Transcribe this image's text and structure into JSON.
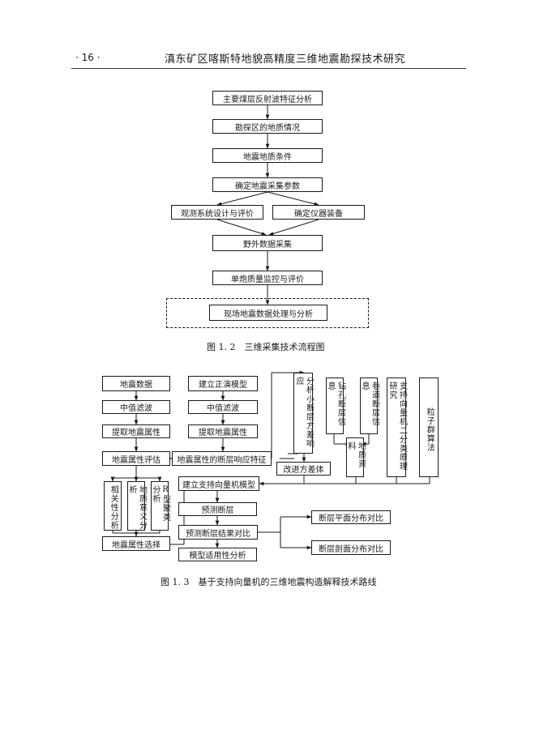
{
  "header": {
    "page_number": "· 16 ·",
    "book_title": "滇东矿区喀斯特地貌高精度三维地震勘探技术研究"
  },
  "figure1": {
    "caption": "图 1. 2　三维采集技术流程图",
    "steps": {
      "s1": "主要煤层反射波特征分析",
      "s2": "勘探区的地质情况",
      "s3": "地震地质条件",
      "s4": "确定地震采集参数",
      "s5a": "观测系统设计与评价",
      "s5b": "确定仪器装备",
      "s6": "野外数据采集",
      "s7": "单炮质量监控与评价",
      "s8": "现场地震数据处理与分析"
    }
  },
  "figure2": {
    "caption": "图 1. 3　基于支持向量机的三维地震构造解释技术路线",
    "boxes": {
      "seismic_data": "地震数据",
      "median_filter_a": "中值滤波",
      "extract_attr_a": "提取地震属性",
      "attr_eval": "地震属性评估",
      "correlation": "相关性分析",
      "geo_meaning": "地质意义分析",
      "r_cluster": "R型聚类分析",
      "attr_select": "地震属性选择",
      "forward_model": "建立正演模型",
      "median_filter_b": "中值滤波",
      "extract_attr_b": "提取地震属性",
      "fault_response": "地震属性的断层响应特征",
      "variance_analysis": "分析小断层方差响应",
      "improve_variance": "改进方差体",
      "borehole_info": "钻孔断层信息",
      "roadway_info": "巷道断层信息",
      "geo_data": "地质资料",
      "svm_principle": "支持向量机二分类原理研究",
      "pso": "粒子群算法",
      "build_svm": "建立支持向量机模型",
      "predict_fault": "预测断层",
      "compare_results": "预测断层结果对比",
      "model_analysis": "模型适用性分析",
      "plane_compare": "断层平面分布对比",
      "profile_compare": "断层剖面分布对比"
    }
  }
}
